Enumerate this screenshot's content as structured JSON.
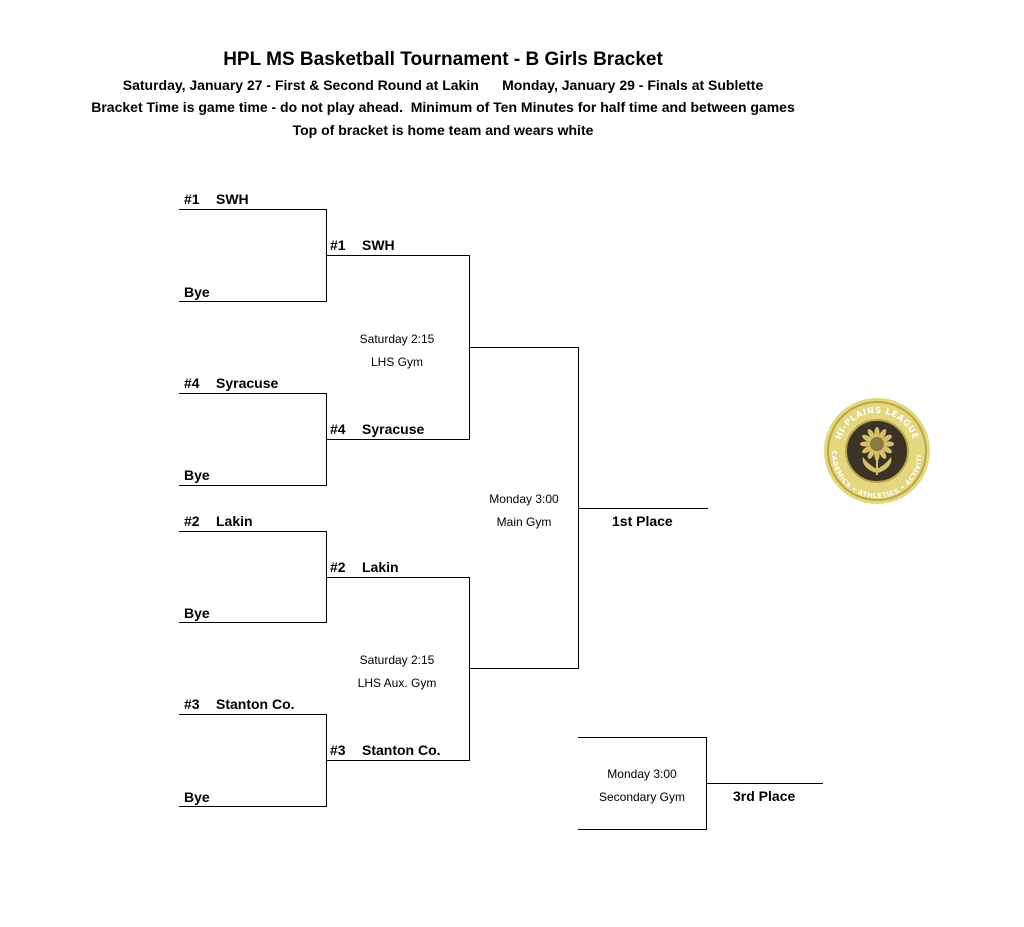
{
  "header": {
    "title": "HPL MS Basketball Tournament - B Girls Bracket",
    "line1": "Saturday, January 27 - First & Second Round at Lakin      Monday, January 29 - Finals at Sublette",
    "line2": "Bracket Time is game time - do not play ahead.  Minimum of Ten Minutes for half time and between games",
    "line3": "Top of bracket is home team and wears white"
  },
  "round1": [
    {
      "seed": "#1",
      "name": "SWH"
    },
    {
      "seed": "",
      "name": "Bye"
    },
    {
      "seed": "#4",
      "name": "Syracuse"
    },
    {
      "seed": "",
      "name": "Bye"
    },
    {
      "seed": "#2",
      "name": "Lakin"
    },
    {
      "seed": "",
      "name": "Bye"
    },
    {
      "seed": "#3",
      "name": "Stanton Co."
    },
    {
      "seed": "",
      "name": "Bye"
    }
  ],
  "round2": [
    {
      "seed": "#1",
      "name": "SWH"
    },
    {
      "seed": "#4",
      "name": "Syracuse"
    },
    {
      "seed": "#2",
      "name": "Lakin"
    },
    {
      "seed": "#3",
      "name": "Stanton Co."
    }
  ],
  "games": {
    "semi1": {
      "time": "Saturday 2:15",
      "place": "LHS Gym"
    },
    "semi2": {
      "time": "Saturday 2:15",
      "place": "LHS Aux. Gym"
    },
    "final": {
      "time": "Monday 3:00",
      "place": "Main Gym"
    },
    "third": {
      "time": "Monday 3:00",
      "place": "Secondary Gym"
    }
  },
  "results": {
    "first": "1st Place",
    "third": "3rd Place"
  },
  "logo": {
    "text_top": "HI-PLAINS LEAGUE",
    "text_bottom": "ACADEMICS • ATHLETICS • ACTIVITIES",
    "ring_color": "#d6c46a",
    "center_color": "#3a3326",
    "flower_color": "#d4bf6a"
  }
}
